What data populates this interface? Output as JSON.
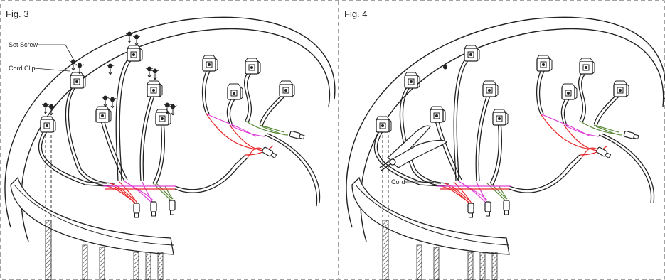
{
  "figures": [
    {
      "title": "Fig. 3",
      "callouts": {
        "set_screw": "Set Screw",
        "cord_clip": "Cord Clip"
      }
    },
    {
      "title": "Fig. 4",
      "callouts": {
        "cord": "Cord"
      }
    }
  ],
  "colors": {
    "outline": "#222222",
    "wire_red": "#e8282a",
    "wire_magenta": "#e040d8",
    "wire_green": "#5a8a3a",
    "frame_dash": "#444444"
  }
}
